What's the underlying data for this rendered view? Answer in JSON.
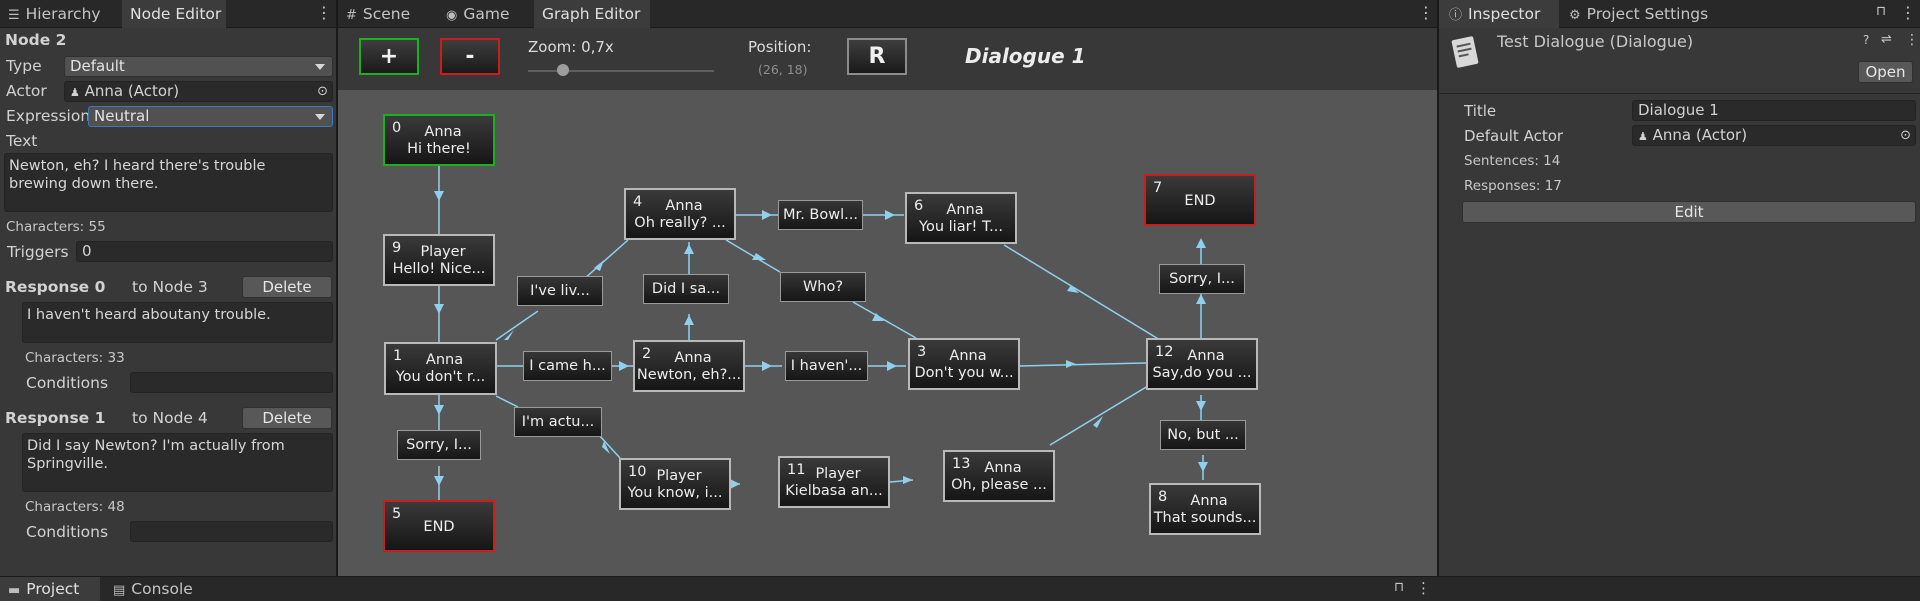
{
  "left_tabs": {
    "hierarchy": "Hierarchy",
    "node_editor": "Node Editor"
  },
  "node_editor": {
    "node_title": "Node 2",
    "type_label": "Type",
    "type_value": "Default",
    "actor_label": "Actor",
    "actor_value": "Anna (Actor)",
    "expression_label": "Expression",
    "expression_value": "Neutral",
    "text_label": "Text",
    "text_value": "Newton, eh? I heard there's trouble brewing down there.",
    "characters": "Characters: 55",
    "triggers_label": "Triggers",
    "triggers_value": "0",
    "responses": [
      {
        "title": "Response 0",
        "target": "to Node 3",
        "delete": "Delete",
        "text": "I haven't heard aboutany trouble.",
        "characters": "Characters: 33",
        "conditions": "Conditions"
      },
      {
        "title": "Response 1",
        "target": "to Node 4",
        "delete": "Delete",
        "text": "Did I say Newton? I'm actually from Springville.",
        "characters": "Characters: 48",
        "conditions": "Conditions"
      }
    ]
  },
  "center_tabs": {
    "scene": "Scene",
    "game": "Game",
    "graph_editor": "Graph Editor"
  },
  "toolbar": {
    "add_label": "+",
    "remove_label": "-",
    "zoom_label": "Zoom: 0,7x",
    "zoom_level": 0.7,
    "position_label": "Position:",
    "position_value": "(26, 18)",
    "reset_label": "R",
    "dialogue_title": "Dialogue 1"
  },
  "graph": {
    "nodes": {
      "n0": {
        "num": "0",
        "name": "Anna",
        "text": "Hi there!"
      },
      "n9": {
        "num": "9",
        "name": "Player",
        "text": "Hello! Nice..."
      },
      "n1": {
        "num": "1",
        "name": "Anna",
        "text": "You don't r..."
      },
      "n5": {
        "num": "5",
        "name": "",
        "text": "END"
      },
      "n4": {
        "num": "4",
        "name": "Anna",
        "text": "Oh really? ..."
      },
      "n2": {
        "num": "2",
        "name": "Anna",
        "text": "Newton, eh?..."
      },
      "n6": {
        "num": "6",
        "name": "Anna",
        "text": "You liar! T..."
      },
      "n3": {
        "num": "3",
        "name": "Anna",
        "text": "Don't you w..."
      },
      "n10": {
        "num": "10",
        "name": "Player",
        "text": "You know, i..."
      },
      "n11": {
        "num": "11",
        "name": "Player",
        "text": "Kielbasa an..."
      },
      "n13": {
        "num": "13",
        "name": "Anna",
        "text": "Oh, please ..."
      },
      "n7": {
        "num": "7",
        "name": "",
        "text": "END"
      },
      "n12": {
        "num": "12",
        "name": "Anna",
        "text": "Say,do you ..."
      },
      "n8": {
        "num": "8",
        "name": "Anna",
        "text": "That sounds..."
      }
    },
    "responses": {
      "r_ive_liv": "I've liv...",
      "r_i_came": "I came h...",
      "r_im_actu": "I'm actu...",
      "r_sorry_left": "Sorry, I...",
      "r_did_i_sa": "Did I sa...",
      "r_mr_bowl": "Mr. Bowl...",
      "r_who": "Who?",
      "r_i_havent": "I haven'...",
      "r_sorry_right": "Sorry, I...",
      "r_no_but": "No, but ..."
    }
  },
  "right_tabs": {
    "inspector": "Inspector",
    "project_settings": "Project Settings"
  },
  "inspector": {
    "asset_name": "Test Dialogue (Dialogue)",
    "open_label": "Open",
    "title_label": "Title",
    "title_value": "Dialogue 1",
    "default_actor_label": "Default Actor",
    "default_actor_value": "Anna (Actor)",
    "sentences": "Sentences: 14",
    "responses": "Responses: 17",
    "edit_label": "Edit"
  },
  "bottom_tabs": {
    "project": "Project",
    "console": "Console"
  },
  "colors": {
    "edge": "#8fd0ee",
    "start_border": "#19b319",
    "end_border": "#c81e1e",
    "focus": "#3a79bb"
  }
}
